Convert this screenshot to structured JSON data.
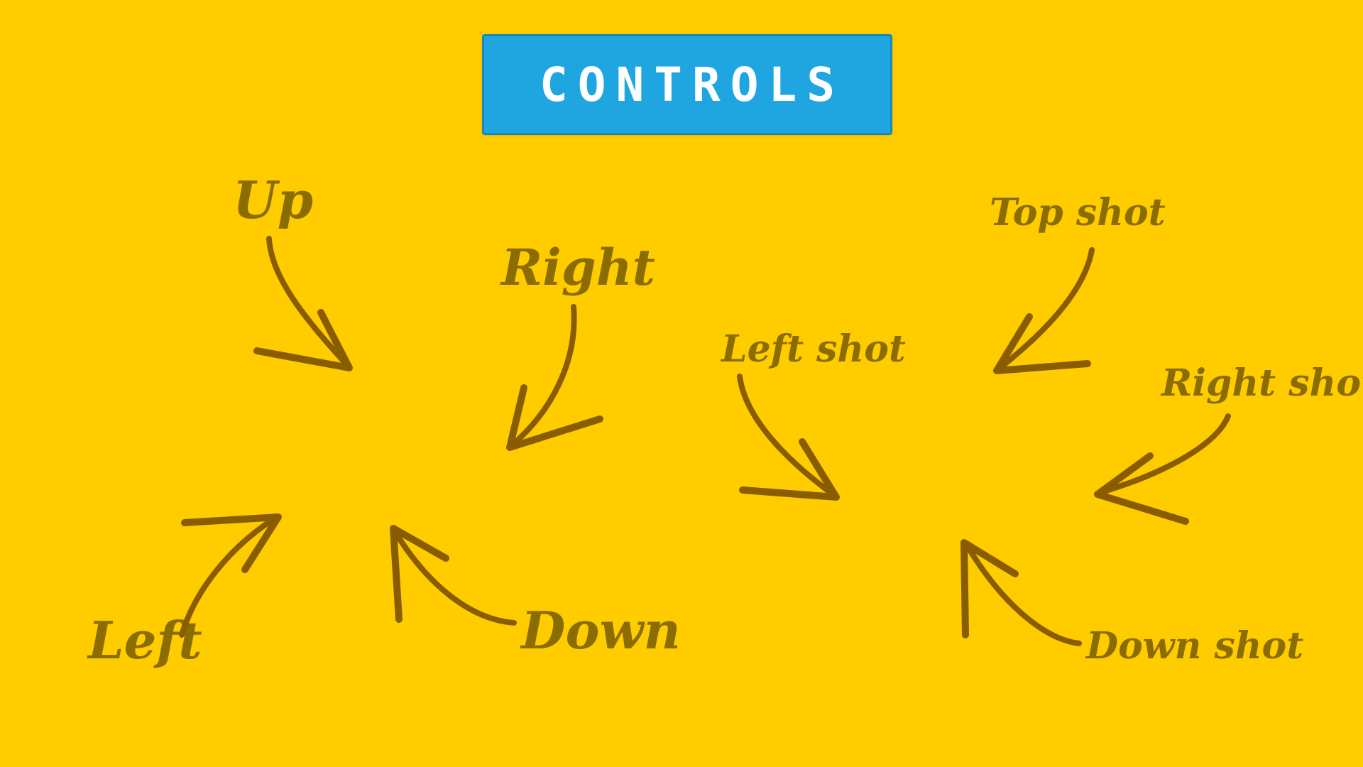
{
  "title": "CONTROLS",
  "labels": {
    "up": "Up",
    "right": "Right",
    "left": "Left",
    "down": "Down",
    "top_shot": "Top shot",
    "left_shot": "Left shot",
    "right_shot": "Right shot",
    "down_shot": "Down shot"
  },
  "colors": {
    "background": "#FFCC00",
    "title_box": "#1FA6E0",
    "title_text": "#FFFFFF",
    "label_text": "#8A6C00",
    "arrow": "#8A5C00"
  }
}
